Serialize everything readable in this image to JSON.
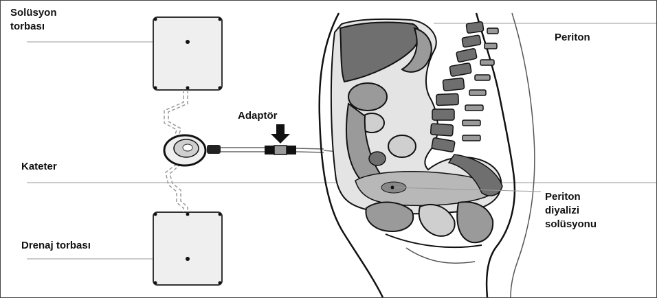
{
  "labels": {
    "solution_bag": "Solüsyon\ntorbası",
    "catheter": "Kateter",
    "drain_bag": "Drenaj torbası",
    "adapter": "Adaptör",
    "peritoneum": "Periton",
    "dialysis_solution": "Periton\ndiyalizi\nsolüsyonu"
  },
  "colors": {
    "outline": "#111111",
    "organ_dark": "#6f6f6f",
    "organ_mid": "#9a9a9a",
    "organ_light": "#cfcfcf",
    "bag_fill": "#efefef",
    "leader": "#9a9a9a"
  }
}
